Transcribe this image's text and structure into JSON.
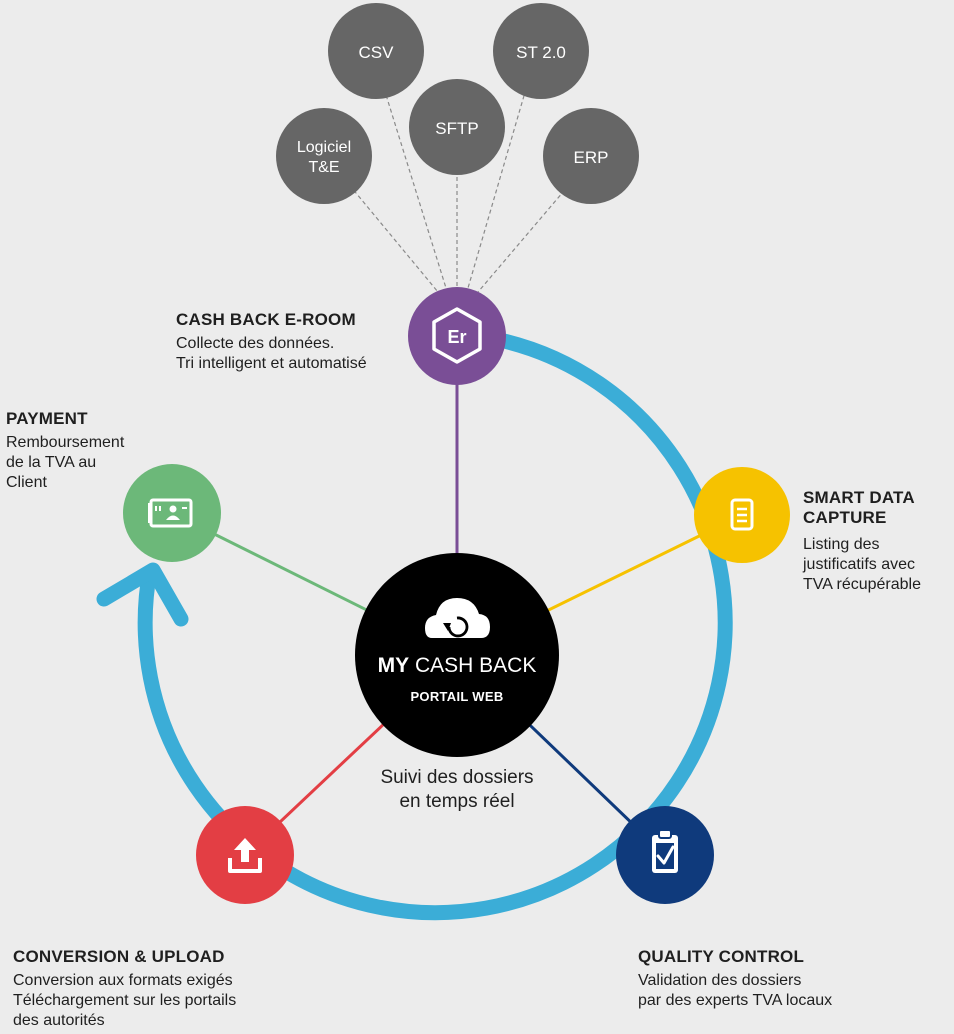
{
  "colors": {
    "background": "#ececec",
    "cycle_ring": "#3badd7",
    "source_bubble": "#666666",
    "center": "#000000",
    "cash_back_eroom": "#7a4e96",
    "smart_data_capture": "#f6c200",
    "quality_control": "#0f3a7c",
    "conversion_upload": "#e33e44",
    "payment": "#6cb879"
  },
  "sources": [
    {
      "id": "csv",
      "label": "CSV"
    },
    {
      "id": "st20",
      "label": "ST 2.0"
    },
    {
      "id": "sftp",
      "label": "SFTP"
    },
    {
      "id": "logiciel",
      "label": "Logiciel\nT&E"
    },
    {
      "id": "erp",
      "label": "ERP"
    }
  ],
  "center": {
    "title_bold": "MY",
    "title_regular": " CASH BACK",
    "subtitle": "PORTAIL WEB",
    "icon": "cloud-refresh-icon"
  },
  "tracking_text": "Suivi des dossiers\nen temps réel",
  "stages": {
    "cash_back_eroom": {
      "title": "CASH BACK E-ROOM",
      "description": "Collecte des données.\nTri intelligent et automatisé",
      "icon": "er-hexagon-icon",
      "icon_text": "Er"
    },
    "smart_data_capture": {
      "title": "SMART DATA\nCAPTURE",
      "description": "Listing des\njustificatifs avec\nTVA récupérable",
      "icon": "document-icon"
    },
    "quality_control": {
      "title": "QUALITY CONTROL",
      "description": "Validation des dossiers\npar des experts TVA locaux",
      "icon": "clipboard-check-icon"
    },
    "conversion_upload": {
      "title": "CONVERSION & UPLOAD",
      "description": "Conversion aux formats exigés\nTéléchargement sur les portails\ndes autorités",
      "icon": "upload-tray-icon"
    },
    "payment": {
      "title": "PAYMENT",
      "description": "Remboursement\nde la TVA au\nClient",
      "icon": "id-card-icon"
    }
  }
}
